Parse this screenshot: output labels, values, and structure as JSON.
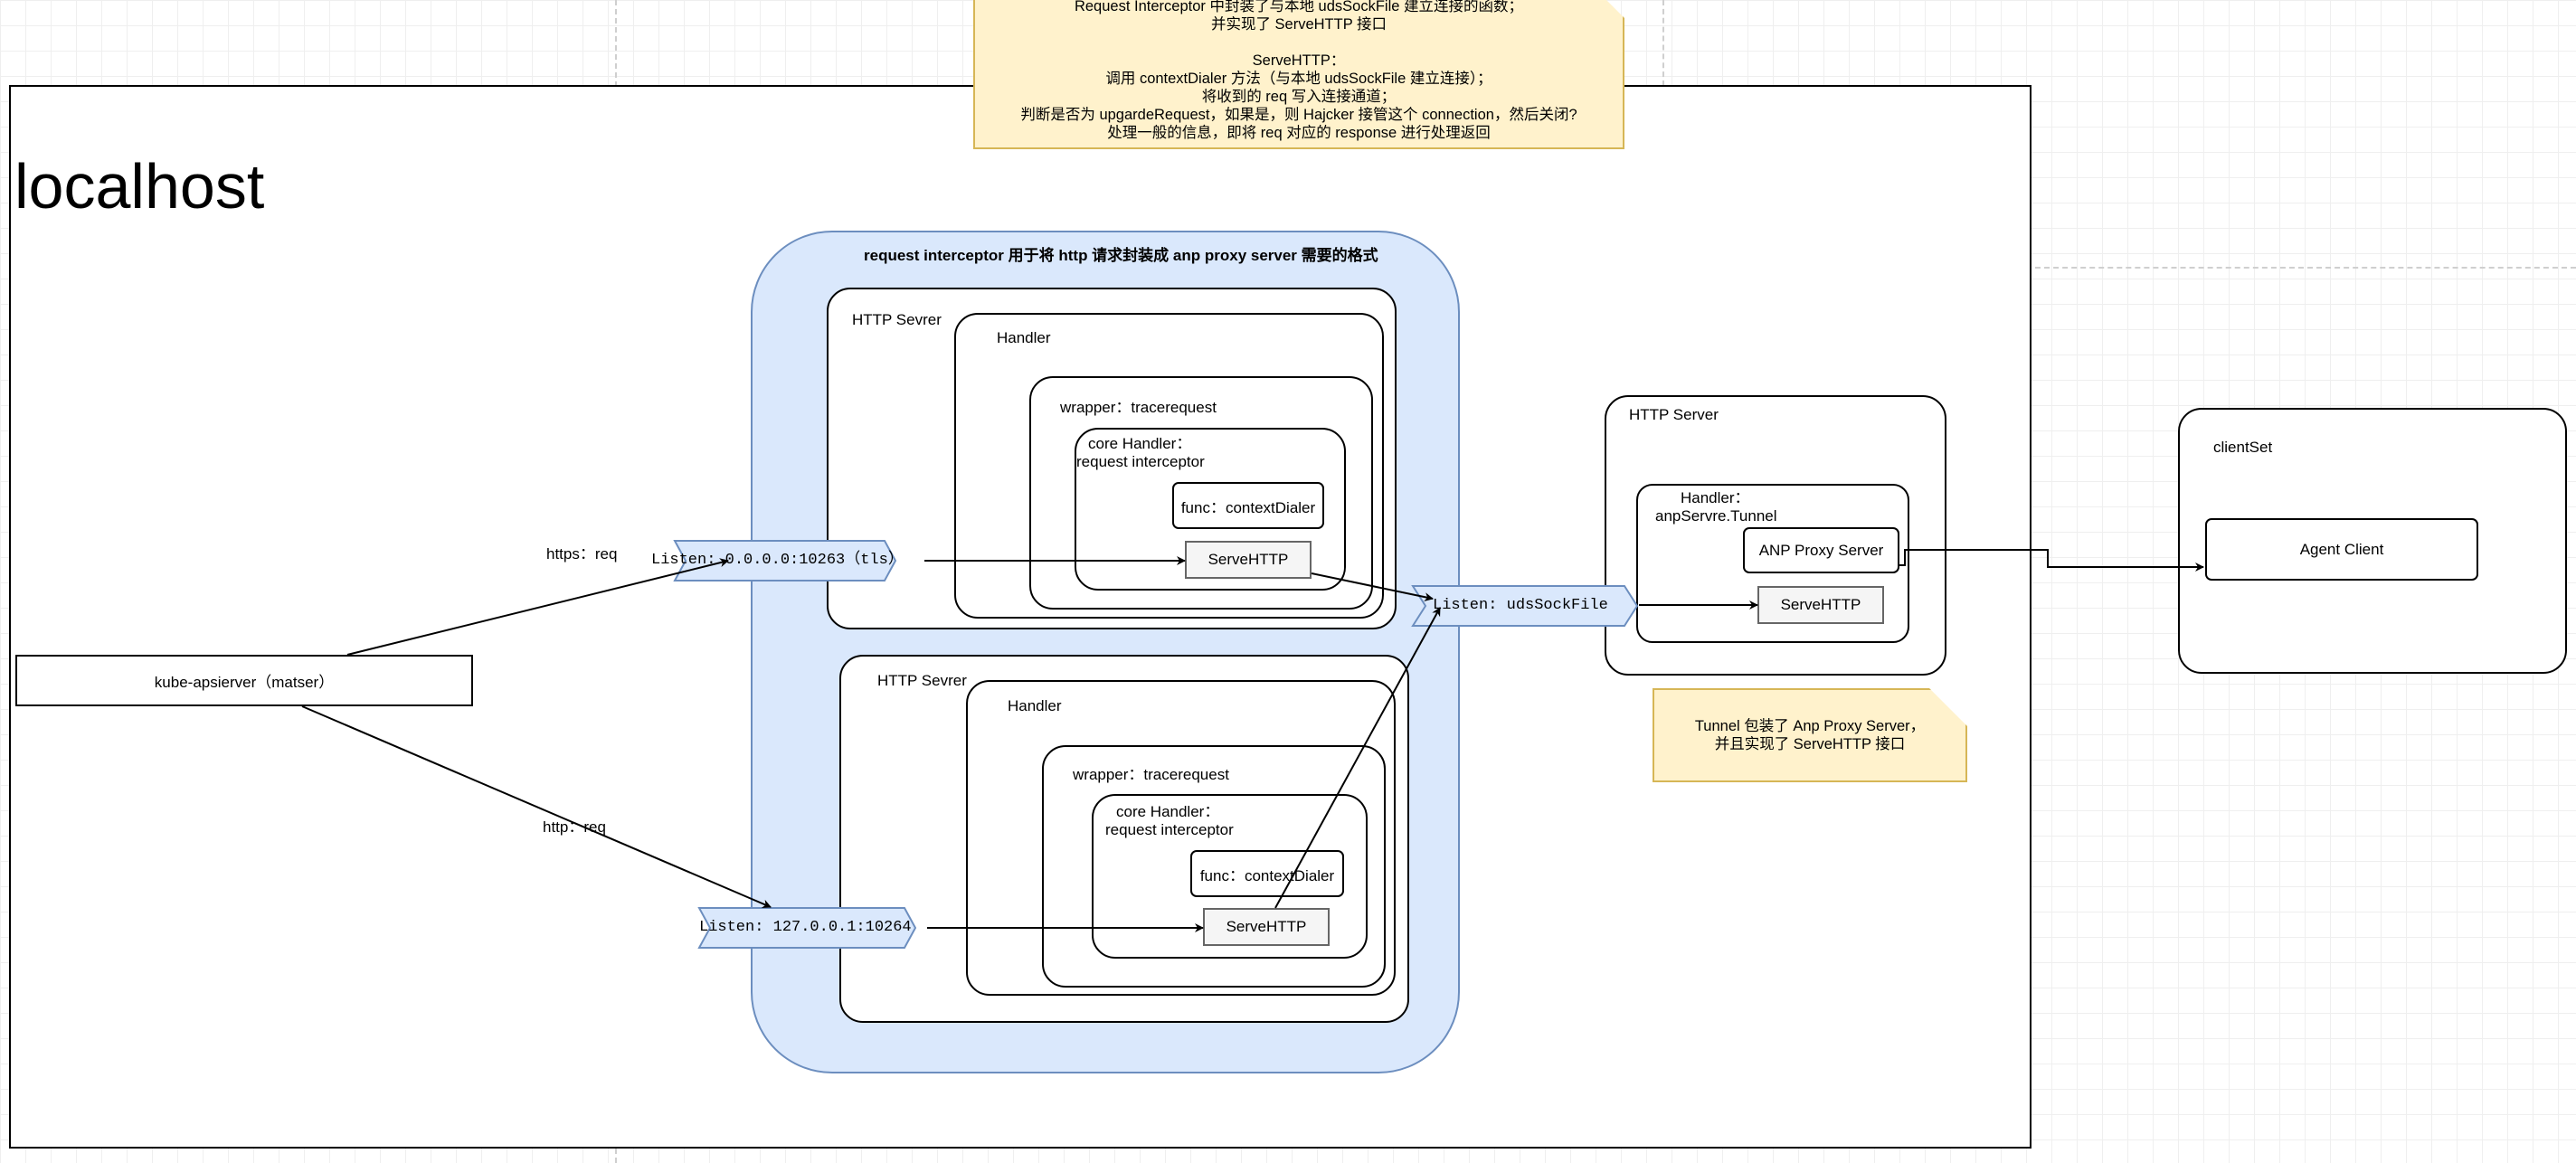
{
  "localhost": "localhost",
  "interceptor_title": "request interceptor 用于将 http 请求封装成 anp proxy server 需要的格式",
  "server1": {
    "http_server": "HTTP Sevrer",
    "handler": "Handler",
    "wrapper": "wrapper：tracerequest",
    "core_line1": "core Handler：",
    "core_line2": "request interceptor",
    "func": "func：contextDialer",
    "serve": "ServeHTTP"
  },
  "server2": {
    "http_server": "HTTP Sevrer",
    "handler": "Handler",
    "wrapper": "wrapper：tracerequest",
    "core_line1": "core Handler：",
    "core_line2": "request interceptor",
    "func": "func：contextDialer",
    "serve": "ServeHTTP"
  },
  "listen_tls": "Listen: 0.0.0.0:10263（tls）",
  "listen_plain": "Listen: 127.0.0.1:10264",
  "listen_uds": "Listen: udsSockFile",
  "https_req": "https：req",
  "http_req": "http：req",
  "kube": "kube-apsierver（matser）",
  "right_server": {
    "http_server": "HTTP Server",
    "handler_line1": "Handler：",
    "handler_line2": "anpServre.Tunnel",
    "anp": "ANP Proxy Server",
    "serve": "ServeHTTP"
  },
  "clientset": "clientSet",
  "agent_client": "Agent Client",
  "note_top": "Request Interceptor 中封装了与本地 udsSockFile 建立连接的函数；\n并实现了 ServeHTTP 接口\n\nServeHTTP：\n调用 contextDialer 方法（与本地 udsSockFile 建立连接）；\n将收到的 req 写入连接通道；\n判断是否为 upgardeRequest，如果是，则 Hajcker 接管这个 connection，然后关闭?\n处理一般的信息，即将 req 对应的 response 进行处理返回",
  "note_tunnel": "Tunnel 包装了 Anp Proxy Server，\n并且实现了 ServeHTTP 接口",
  "colors": {
    "interceptor_fill": "#dae8fc",
    "interceptor_stroke": "#6c8ebf",
    "note_fill": "#fff2cc",
    "note_stroke": "#d6b656"
  }
}
